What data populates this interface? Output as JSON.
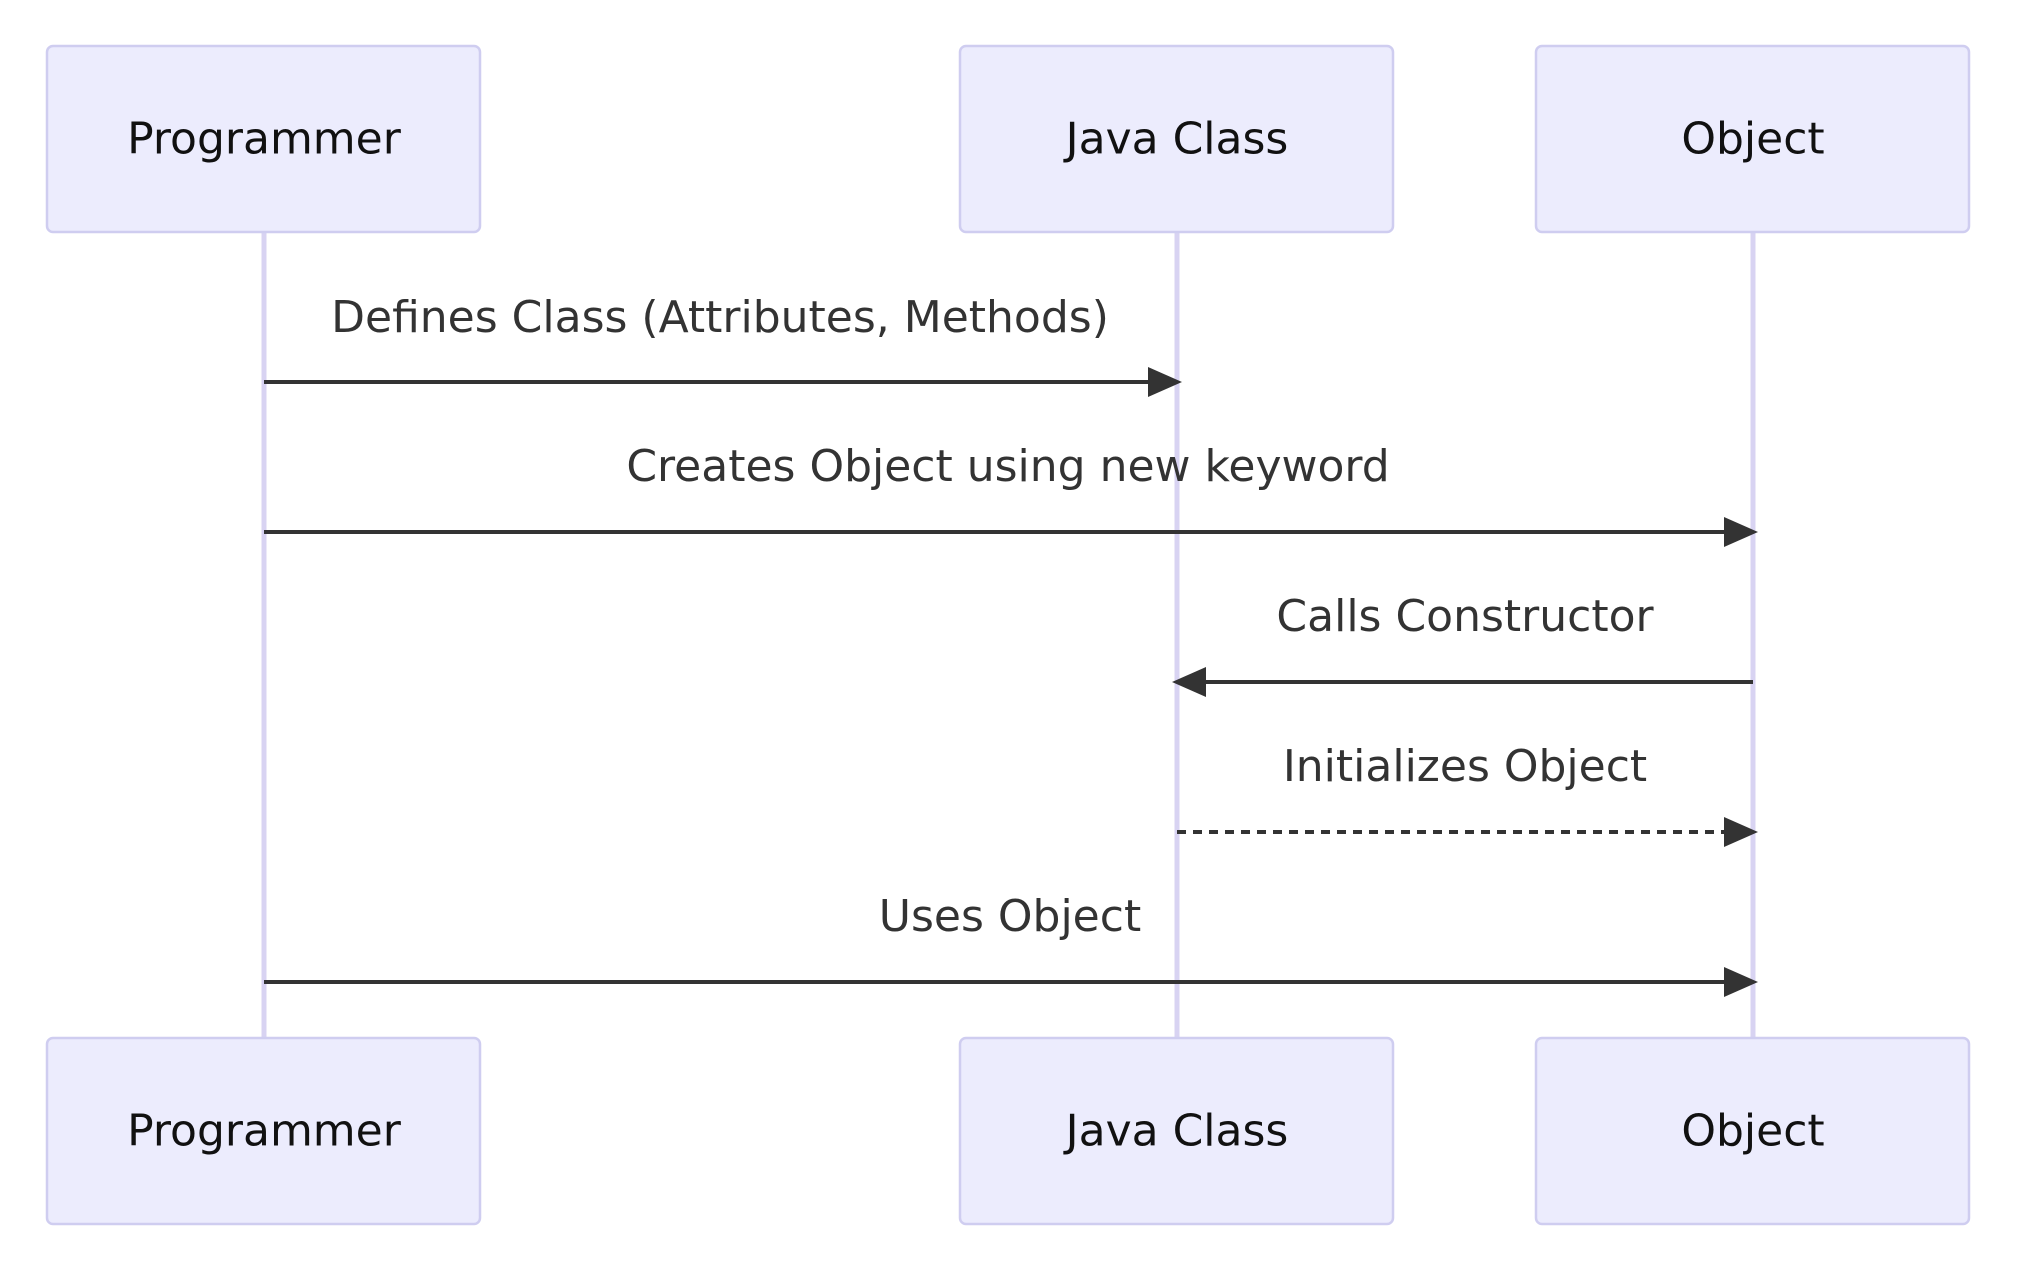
{
  "diagram": {
    "type": "sequence",
    "participants": [
      {
        "id": "programmer",
        "label": "Programmer"
      },
      {
        "id": "java_class",
        "label": "Java Class"
      },
      {
        "id": "object",
        "label": "Object"
      }
    ],
    "messages": [
      {
        "from": "programmer",
        "to": "java_class",
        "label": "Defines Class (Attributes, Methods)",
        "style": "solid"
      },
      {
        "from": "programmer",
        "to": "object",
        "label": "Creates Object using new keyword",
        "style": "solid"
      },
      {
        "from": "object",
        "to": "java_class",
        "label": "Calls Constructor",
        "style": "solid"
      },
      {
        "from": "java_class",
        "to": "object",
        "label": "Initializes Object",
        "style": "dashed"
      },
      {
        "from": "programmer",
        "to": "object",
        "label": "Uses Object",
        "style": "solid"
      }
    ],
    "colors": {
      "actor_fill": "#ececfd",
      "actor_stroke": "#cfcdf0",
      "lifeline": "#d8d3f2",
      "arrow": "#333333"
    }
  }
}
